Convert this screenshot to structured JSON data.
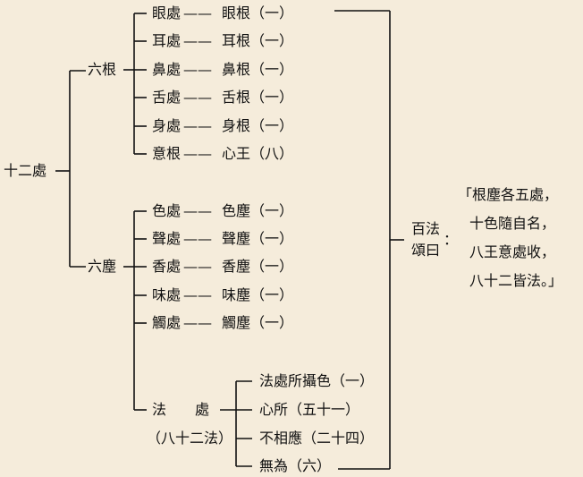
{
  "root": "十二處",
  "groups": [
    {
      "label": "六根",
      "rows": [
        {
          "item": "眼處",
          "result": "眼根（一）"
        },
        {
          "item": "耳處",
          "result": "耳根（一）"
        },
        {
          "item": "鼻處",
          "result": "鼻根（一）"
        },
        {
          "item": "舌處",
          "result": "舌根（一）"
        },
        {
          "item": "身處",
          "result": "身根（一）"
        },
        {
          "item": "意根",
          "result": "心王（八）"
        }
      ]
    },
    {
      "label": "六塵",
      "rows": [
        {
          "item": "色處",
          "result": "色塵（一）"
        },
        {
          "item": "聲處",
          "result": "聲塵（一）"
        },
        {
          "item": "香處",
          "result": "香塵（一）"
        },
        {
          "item": "味處",
          "result": "味塵（一）"
        },
        {
          "item": "觸處",
          "result": "觸塵（一）"
        }
      ]
    }
  ],
  "dharma": {
    "label": "法　　處",
    "sub": "（八十二法）",
    "items": [
      "法處所攝色（一）",
      "心所（五十一）",
      "不相應（二十四）",
      "無為（六）"
    ]
  },
  "connector": "——",
  "summary": {
    "line1": "百法",
    "line2": "頌曰"
  },
  "colon": "：",
  "verse": [
    "「根塵各五處，",
    "十色隨自名，",
    "八王意處收，",
    "八十二皆法。」"
  ]
}
